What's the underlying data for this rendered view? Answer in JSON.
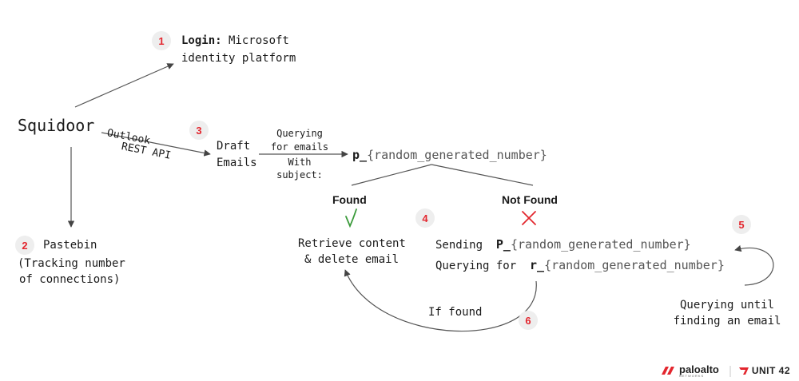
{
  "nodes": {
    "squidoor": "Squidoor",
    "login": {
      "number": "1",
      "title": "Login:",
      "rest": " Microsoft",
      "line2": "identity platform"
    },
    "pastebin": {
      "number": "2",
      "title": "Pastebin",
      "line2": "(Tracking number",
      "line3": "of connections)"
    },
    "draft": {
      "number": "3",
      "line1": "Draft",
      "line2": "Emails"
    },
    "edge_label_api": {
      "line1": "Outlook",
      "line2": "REST API"
    },
    "query_label": {
      "line1": "Querying",
      "line2": "for emails",
      "line3": "With",
      "line4": "subject:"
    },
    "subject_pattern": {
      "prefix": "p_",
      "suffix": "{random_generated_number}"
    },
    "found": {
      "label": "Found",
      "action_line1": "Retrieve content",
      "action_line2": "& delete email"
    },
    "not_found": {
      "number": "4",
      "label": "Not Found",
      "sending_label": "Sending",
      "sending_prefix": "P_",
      "sending_suffix": "{random_generated_number}",
      "querying_label": "Querying for",
      "querying_prefix": "r_",
      "querying_suffix": "{random_generated_number}"
    },
    "loop": {
      "number": "5",
      "line1": "Querying until",
      "line2": "finding an email"
    },
    "if_found": {
      "number": "6",
      "label": "If found"
    }
  },
  "logos": {
    "paloalto": "paloalto",
    "paloalto_sub": "NETWORKS",
    "unit42": "UNIT 42"
  },
  "colors": {
    "accent_red": "#e3262e",
    "check_green": "#3a9a3a",
    "badge_bg": "#eeeeee",
    "line": "#555555"
  }
}
